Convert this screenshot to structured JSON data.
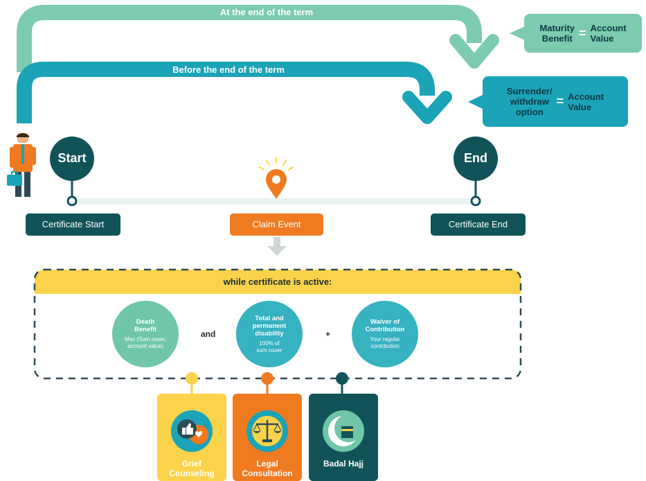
{
  "arrows": {
    "top_label": "At the end of the term",
    "bottom_label": "Before the end of the term"
  },
  "callouts": {
    "maturity": {
      "lhs": "Maturity\nBenefit",
      "eq": "=",
      "rhs": "Account\nValue"
    },
    "surrender": {
      "lhs": "Surrender/\nwithdraw\noption",
      "eq": "=",
      "rhs": "Account\nValue"
    }
  },
  "timeline": {
    "start_pin": "Start",
    "end_pin": "End",
    "certificate_start": "Certificate Start",
    "claim_event": "Claim Event",
    "certificate_end": "Certificate End"
  },
  "benefits": {
    "title": "while certificate is active:",
    "death": {
      "title": "Death\nBenefit",
      "sub": "Max (Sum cover,\naccount value)"
    },
    "joiner_and": "and",
    "tpd": {
      "title": "Total and\npermanent\ndisability",
      "sub": "100% of\nsum cover"
    },
    "joiner_plus": "+",
    "waiver": {
      "title": "Waiver of\nContribution",
      "sub": "Your regular\ncontribution"
    }
  },
  "cards": {
    "grief": "Grief\nCounseling",
    "legal": "Legal\nConsultation",
    "hajj": "Badal Hajj"
  },
  "icons": [
    "person-icon",
    "briefcase-icon",
    "location-pin-icon",
    "down-arrow-icon",
    "thumbs-up-chat-icon",
    "scales-icon",
    "kaaba-crescent-icon"
  ],
  "colors": {
    "mint": "#6fc6a8",
    "teal": "#1ba3b8",
    "dark_teal": "#115358",
    "orange": "#f07a20",
    "yellow": "#fbd34a",
    "circle_green": "#6fc6a8",
    "circle_teal": "#36b2c0"
  }
}
